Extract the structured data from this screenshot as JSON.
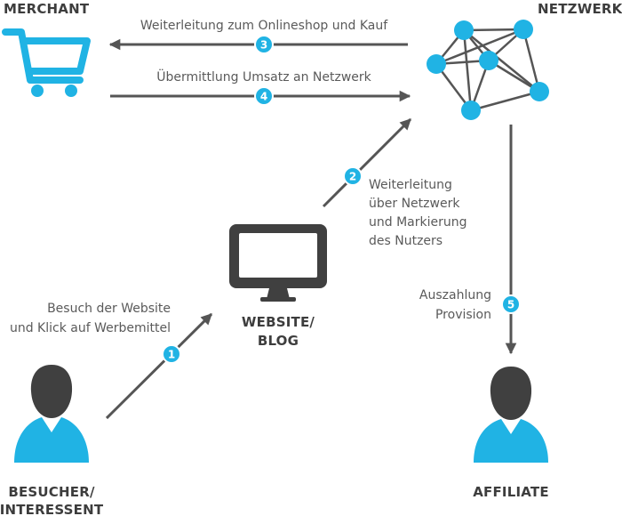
{
  "colors": {
    "accent": "#20b3e4",
    "dark": "#404040",
    "arrow": "#555555",
    "text": "#5a5a5a"
  },
  "nodes": {
    "merchant": "MERCHANT",
    "network": "NETZWERK",
    "website_line1": "WEBSITE/",
    "website_line2": "BLOG",
    "visitor_line1": "BESUCHER/",
    "visitor_line2": "INTERESSENT",
    "affiliate": "AFFILIATE"
  },
  "steps": [
    {
      "number": "1",
      "lines": [
        "Besuch der Website",
        "und Klick auf Werbemittel"
      ]
    },
    {
      "number": "2",
      "lines": [
        "Weiterleitung",
        "über Netzwerk",
        "und Markierung",
        "des Nutzers"
      ]
    },
    {
      "number": "3",
      "lines": [
        "Weiterleitung zum Onlineshop und Kauf"
      ]
    },
    {
      "number": "4",
      "lines": [
        "Übermittlung Umsatz an Netzwerk"
      ]
    },
    {
      "number": "5",
      "lines": [
        "Auszahlung",
        "Provision"
      ]
    }
  ],
  "icons": {
    "merchant": "shopping-cart-icon",
    "network": "network-graph-icon",
    "website": "monitor-icon",
    "visitor": "person-icon",
    "affiliate": "person-icon"
  }
}
